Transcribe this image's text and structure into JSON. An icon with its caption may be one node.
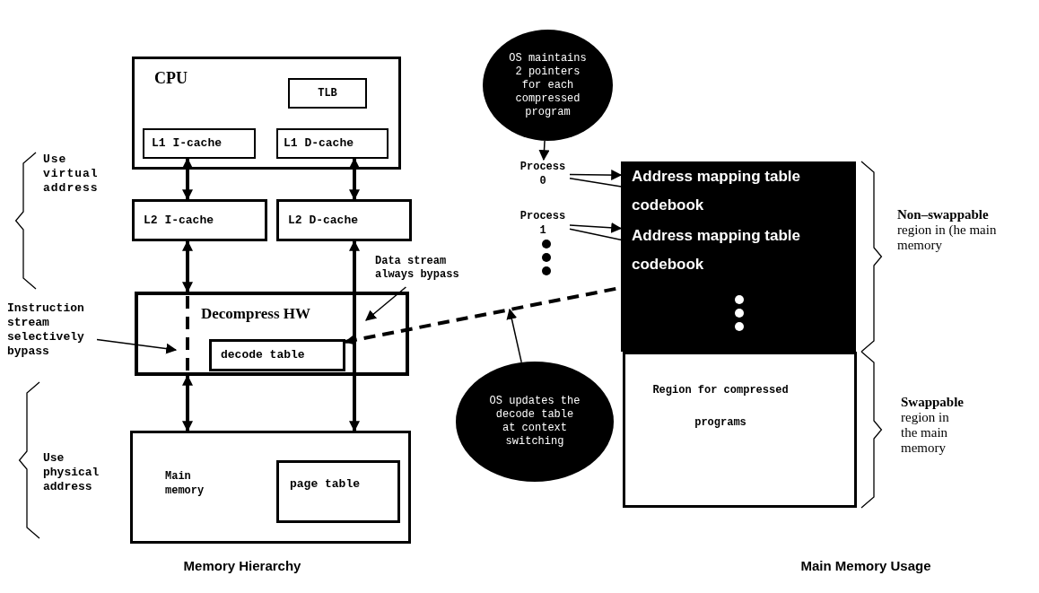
{
  "diagram": {
    "nodes": [
      {
        "text": [
          "CPU"
        ]
      },
      {
        "text": [
          "TLB"
        ],
        "in": 0
      },
      {
        "text": [
          "L1 I-cache"
        ],
        "in": 0
      },
      {
        "text": [
          "L1 D-cache"
        ],
        "in": 0
      },
      {
        "text": [
          "L2 I-cache"
        ]
      },
      {
        "text": [
          "L2 D-cache"
        ]
      },
      {
        "text": [
          "Decompress HW"
        ]
      },
      {
        "text": [
          "decode table"
        ],
        "in": 6
      },
      {
        "text": [
          "Main memory"
        ]
      },
      {
        "text": [
          "page table"
        ],
        "in": 8
      },
      {
        "text": [
          "Instruction stream selectively bypass"
        ]
      },
      {
        "text": [
          "Data stream always bypass"
        ]
      },
      {
        "text": [
          "OS maintains 2 pointers for each compressed program"
        ]
      },
      {
        "text": [
          "Process 0"
        ]
      },
      {
        "text": [
          "Process 1"
        ]
      },
      {
        "text": [],
        "shape": "box"
      },
      {
        "text": [
          "Address mapping table"
        ],
        "in": 15
      },
      {
        "text": [
          "codebook"
        ],
        "in": 15
      },
      {
        "text": [
          "Address mapping table"
        ],
        "in": 15
      },
      {
        "text": [
          "codebook"
        ],
        "in": 15
      },
      {
        "text": [
          "Region for compressed programs"
        ]
      },
      {
        "text": [
          "OS updates the decode table at context switching"
        ]
      }
    ],
    "edges": [
      {
        "from": 2,
        "to": 4,
        "arrow": "both",
        "style": "thick"
      },
      {
        "from": 3,
        "to": 5,
        "arrow": "both",
        "style": "thick"
      },
      {
        "from": 4,
        "to": 6,
        "arrow": "both",
        "style": "thick"
      },
      {
        "from": 6,
        "to": 8,
        "arrow": "both",
        "style": "thick"
      },
      {
        "from": 5,
        "to": 8,
        "arrow": "both",
        "style": "thick"
      },
      {
        "from": 10,
        "to": 6,
        "arrow": "to"
      },
      {
        "from": 11,
        "to": 6,
        "arrow": "to"
      },
      {
        "from": 12,
        "to": 13,
        "arrow": "to"
      },
      {
        "from": 13,
        "to": 16,
        "arrow": "to"
      },
      {
        "from": 13,
        "to": 17,
        "arrow": "to"
      },
      {
        "from": 14,
        "to": 18,
        "arrow": "to"
      },
      {
        "from": 14,
        "to": 19,
        "arrow": "to"
      },
      {
        "from": 7,
        "to": 19,
        "arrow": "both",
        "style": "dashed"
      },
      {
        "from": 21,
        "to": null,
        "arrow": "to"
      }
    ],
    "labels": [
      "Use virtual address",
      "Use physical address",
      "**Non–swappable** region in (he main memory",
      "**Swappable** region in the main memory",
      "Memory Hierarchy",
      "Main Memory Usage"
    ]
  }
}
